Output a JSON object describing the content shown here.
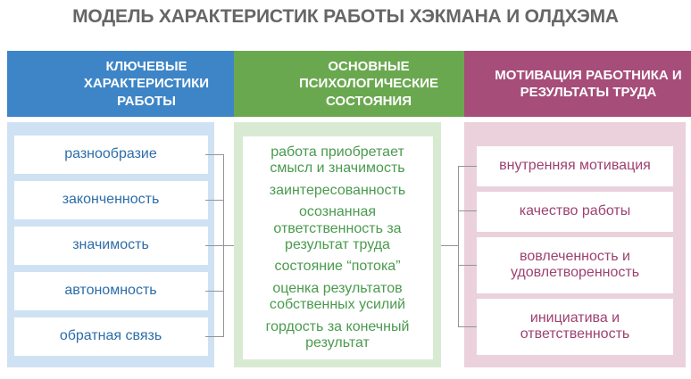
{
  "title": "МОДЕЛЬ ХАРАКТЕРИСТИК РАБОТЫ ХЭКМАНА И ОЛДХЭМА",
  "title_color": "#666666",
  "connector_color": "#949494",
  "columns": [
    {
      "id": "key-characteristics",
      "header": "КЛЮЧЕВЫЕ\nХАРАКТЕРИСТИКИ\nРАБОТЫ",
      "items": [
        "разнообразие",
        "законченность",
        "значимость",
        "автономность",
        "обратная связь"
      ],
      "colors": {
        "header_bg": "#3d85c6",
        "body_bg": "#cfe2f3",
        "text": "#2d6da8"
      }
    },
    {
      "id": "psychological-states",
      "header": "ОСНОВНЫЕ\nПСИХОЛОГИЧЕСКИЕ\nСОСТОЯНИЯ",
      "items": [
        "работа приобретает\nсмысл и значимость",
        "заинтересованность",
        "осознанная\nответственность за\nрезультат труда",
        "состояние “потока”",
        "оценка результатов\nсобственных усилий",
        "гордость за конечный\nрезультат"
      ],
      "colors": {
        "header_bg": "#6aa84f",
        "body_bg": "#d9ead3",
        "text": "#4a9a4e"
      }
    },
    {
      "id": "motivation-results",
      "header": "МОТИВАЦИЯ РАБОТНИКА И\nРЕЗУЛЬТАТЫ ТРУДА",
      "items": [
        "внутренняя мотивация",
        "качество работы",
        "вовлеченность и\nудовлетворенность",
        "инициатива и\nответственность"
      ],
      "colors": {
        "header_bg": "#a64d79",
        "body_bg": "#ead1dc",
        "text": "#9d4170"
      }
    }
  ]
}
